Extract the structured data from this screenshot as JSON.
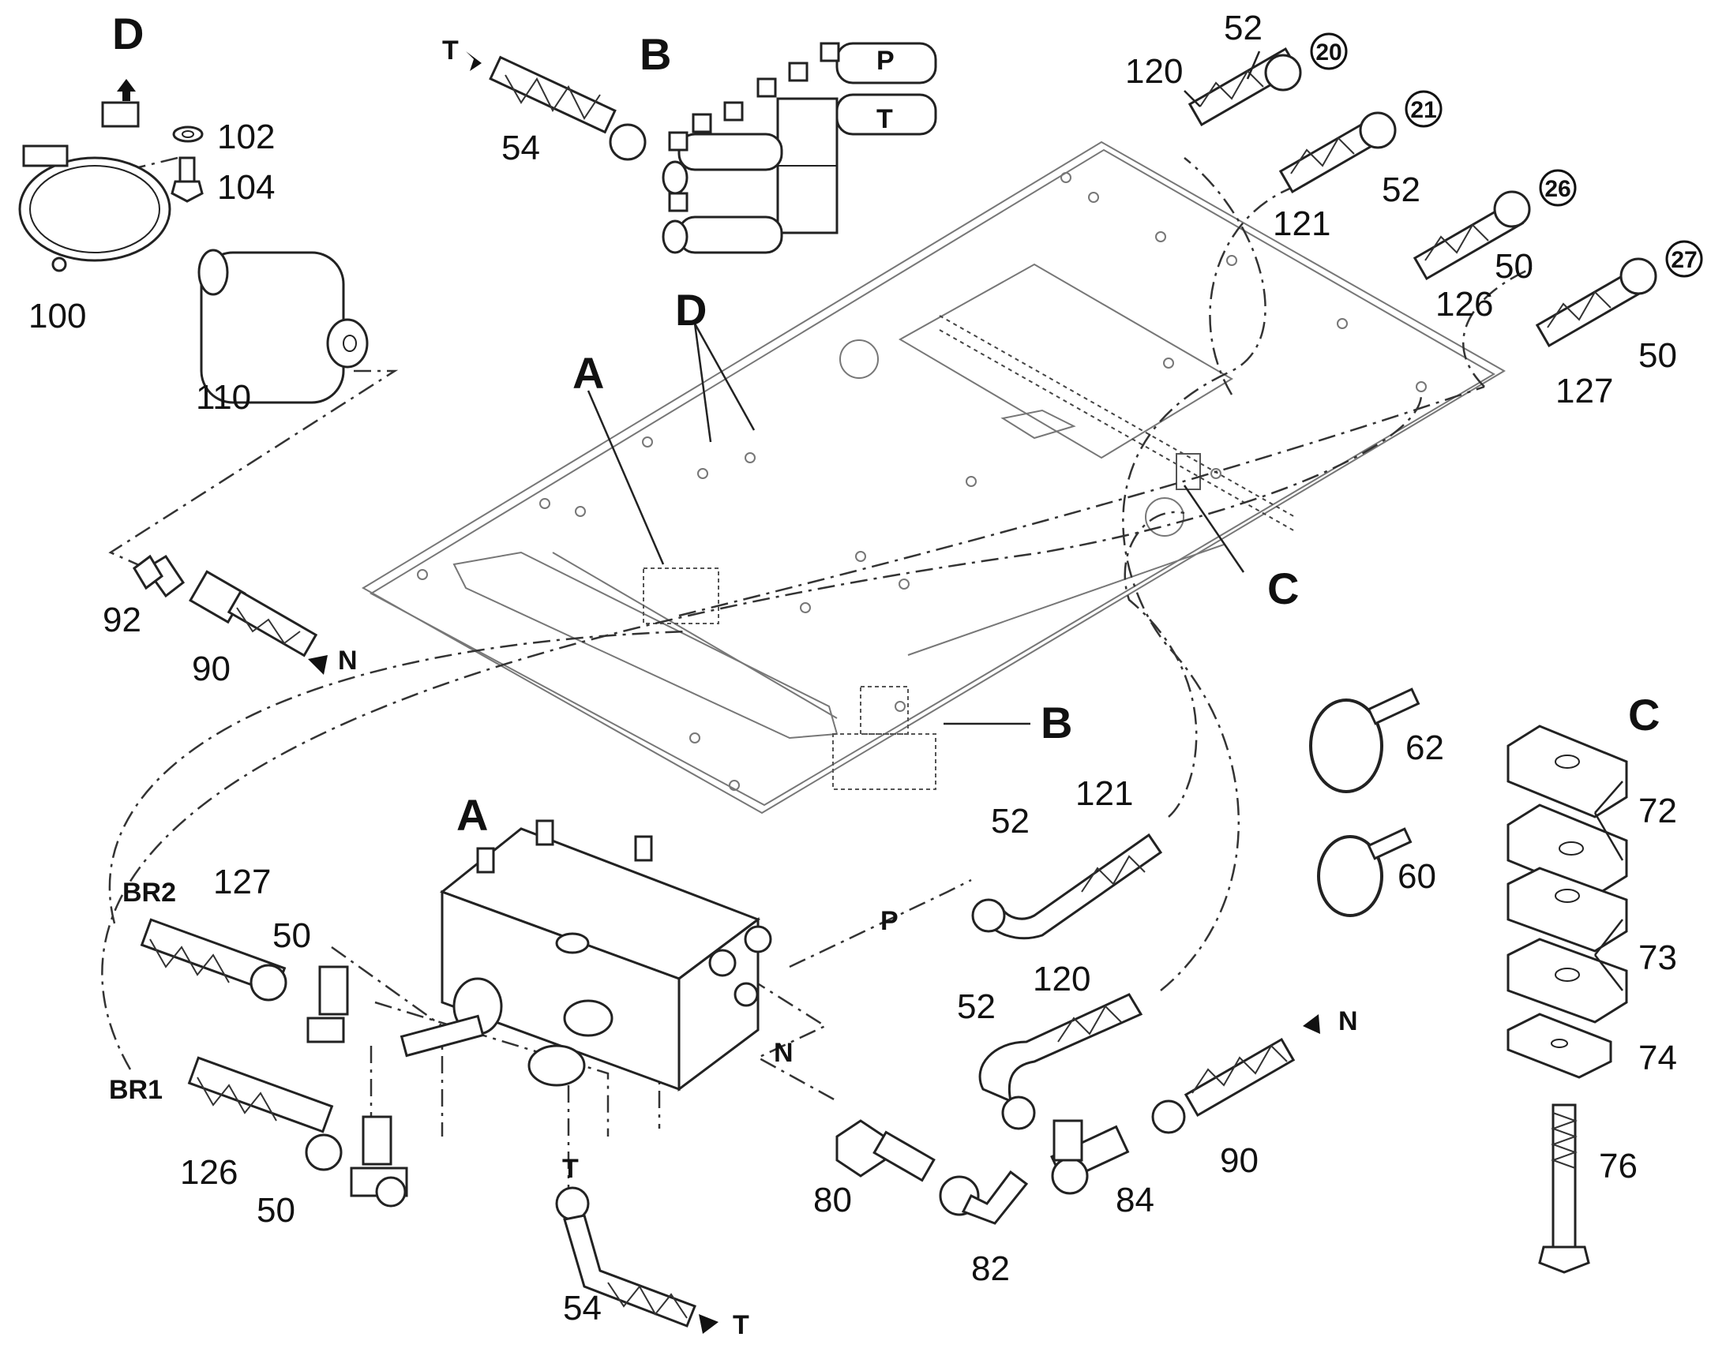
{
  "groups": {
    "a": "A",
    "b": "B",
    "c": "C",
    "d": "D"
  },
  "ports": {
    "p": "P",
    "t": "T",
    "n": "N"
  },
  "circled_refs": [
    "20",
    "21",
    "26",
    "27"
  ],
  "brake_labels": [
    "BR2",
    "BR1"
  ],
  "part_numbers": {
    "p100": "100",
    "p102": "102",
    "p104": "104",
    "p110": "110",
    "p92": "92",
    "p90": "90",
    "p54": "54",
    "p120": "120",
    "p121": "121",
    "p126": "126",
    "p127": "127",
    "p52": "52",
    "p50": "50",
    "p62": "62",
    "p60": "60",
    "p72": "72",
    "p73": "73",
    "p74": "74",
    "p76": "76",
    "p80": "80",
    "p82": "82",
    "p84": "84"
  }
}
